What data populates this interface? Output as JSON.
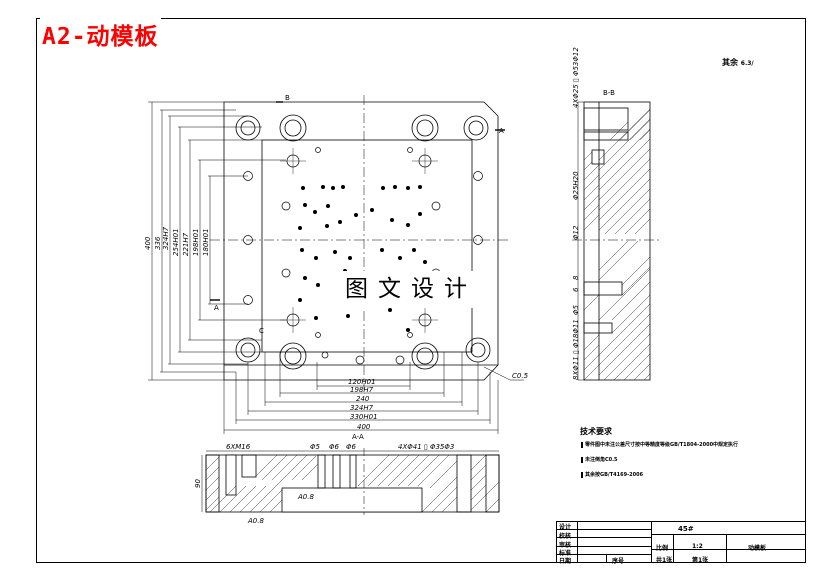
{
  "sheet": {
    "title": "A2-动模板",
    "watermark": "图文设计"
  },
  "front_view": {
    "width_dims": [
      "120H01",
      "198H7",
      "240",
      "324H7",
      "330H01",
      "400"
    ],
    "height_dims": [
      "400",
      "336",
      "324H7",
      "254H01",
      "221H7",
      "198H01",
      "180H01"
    ],
    "section_marker": "A",
    "view_label_b": "B",
    "view_label_c": "C",
    "chamfer_note": "C0.5"
  },
  "section_aa": {
    "label": "A-A",
    "dims": [
      "6XM16",
      "Φ5",
      "Φ6",
      "Φ6",
      "4XΦ41 ▯ Φ35Φ3"
    ],
    "height": "90",
    "datum": "A0.8"
  },
  "section_bb": {
    "label": "B-B",
    "dims": [
      "4XΦ25 ▯ Φ53Φ12",
      "Φ25H20",
      "Φ12",
      "8",
      "6",
      "Φ5",
      "8XΦ11 ▯ Φ18Φ11"
    ]
  },
  "roughness": {
    "label": "其余",
    "value": "6.3/"
  },
  "tech_requirements": {
    "title": "技术要求",
    "items": [
      "零件图中未注公差尺寸按中等精度等级GB/T1804-2000中规定执行",
      "未注倒角C0.5",
      "其余按GB/T4169-2006"
    ]
  },
  "title_block": {
    "material": "45#",
    "part_name": "动模板",
    "scale_label": "比例",
    "scale": "1:2",
    "sheet_info": "共1张",
    "sheet_no": "第1张",
    "rows": [
      "设计",
      "校核",
      "审核",
      "标准",
      "日期"
    ],
    "seq_label": "序号"
  }
}
